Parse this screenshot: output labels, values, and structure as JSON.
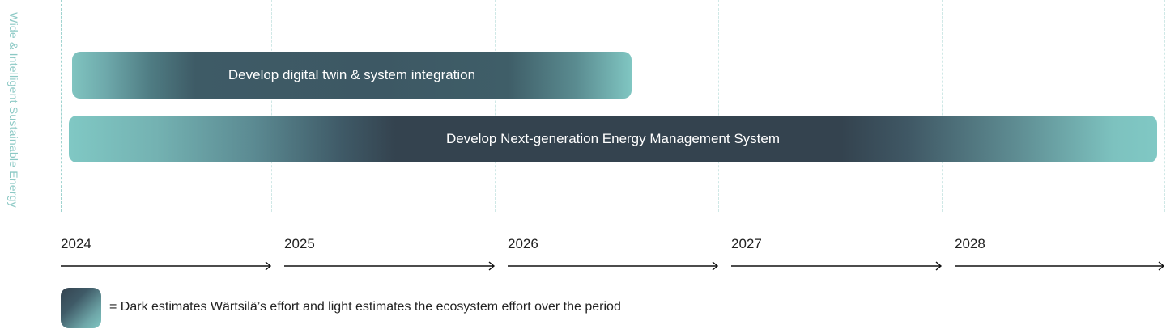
{
  "side_label": "Wide & Intelligent Sustainable Energy",
  "bars": [
    {
      "label": "Develop digital twin & system integration"
    },
    {
      "label": "Develop Next-generation Energy Management System"
    }
  ],
  "timeline": {
    "years": [
      "2024",
      "2025",
      "2026",
      "2027",
      "2028"
    ]
  },
  "legend": {
    "text": "= Dark estimates Wärtsilä’s effort and light estimates the ecosystem effort over the period"
  },
  "colors": {
    "dark": "#34434f",
    "light": "#80c6c2",
    "grid": "#cfe8e6",
    "side_label": "#8cc9c5"
  }
}
